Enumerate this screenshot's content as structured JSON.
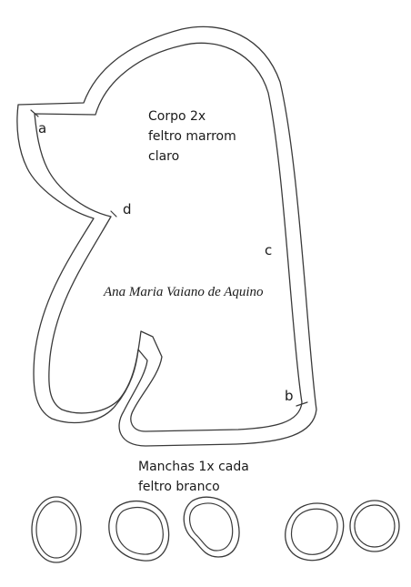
{
  "pattern": {
    "body_label_line1": "Corpo 2x",
    "body_label_line2": "feltro marrom",
    "body_label_line3": "claro",
    "author": "Ana Maria Vaiano de Aquino",
    "markers": {
      "a": "a",
      "b": "b",
      "c": "c",
      "d": "d"
    },
    "spots_label_line1": "Manchas 1x cada",
    "spots_label_line2": "feltro branco"
  },
  "colors": {
    "line": "#3a3a3a",
    "text": "#1a1a1a",
    "background": "#ffffff"
  }
}
